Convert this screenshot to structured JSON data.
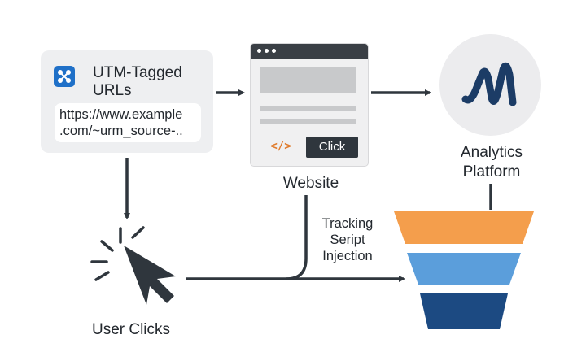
{
  "utm_card": {
    "title": "UTM-Tagged URLs",
    "url_line1": "https://www.example",
    "url_line2": ".com/~urm_source-..",
    "logo_icon": "network-logo-icon"
  },
  "website": {
    "label": "Website",
    "code_tag": "</>",
    "button_label": "Click"
  },
  "analytics": {
    "label": "Analytics Platform",
    "icon": "waveform-icon"
  },
  "tracking": {
    "label": "Tracking Seript Injection"
  },
  "user": {
    "label": "User Clicks",
    "icon": "cursor-click-icon"
  },
  "funnel": {
    "colors": [
      "#f49e4c",
      "#5b9edb",
      "#1c4a82"
    ]
  },
  "colors": {
    "arrow": "#2f363d",
    "logo": "#1f70c8",
    "wave": "#1c3c66"
  }
}
